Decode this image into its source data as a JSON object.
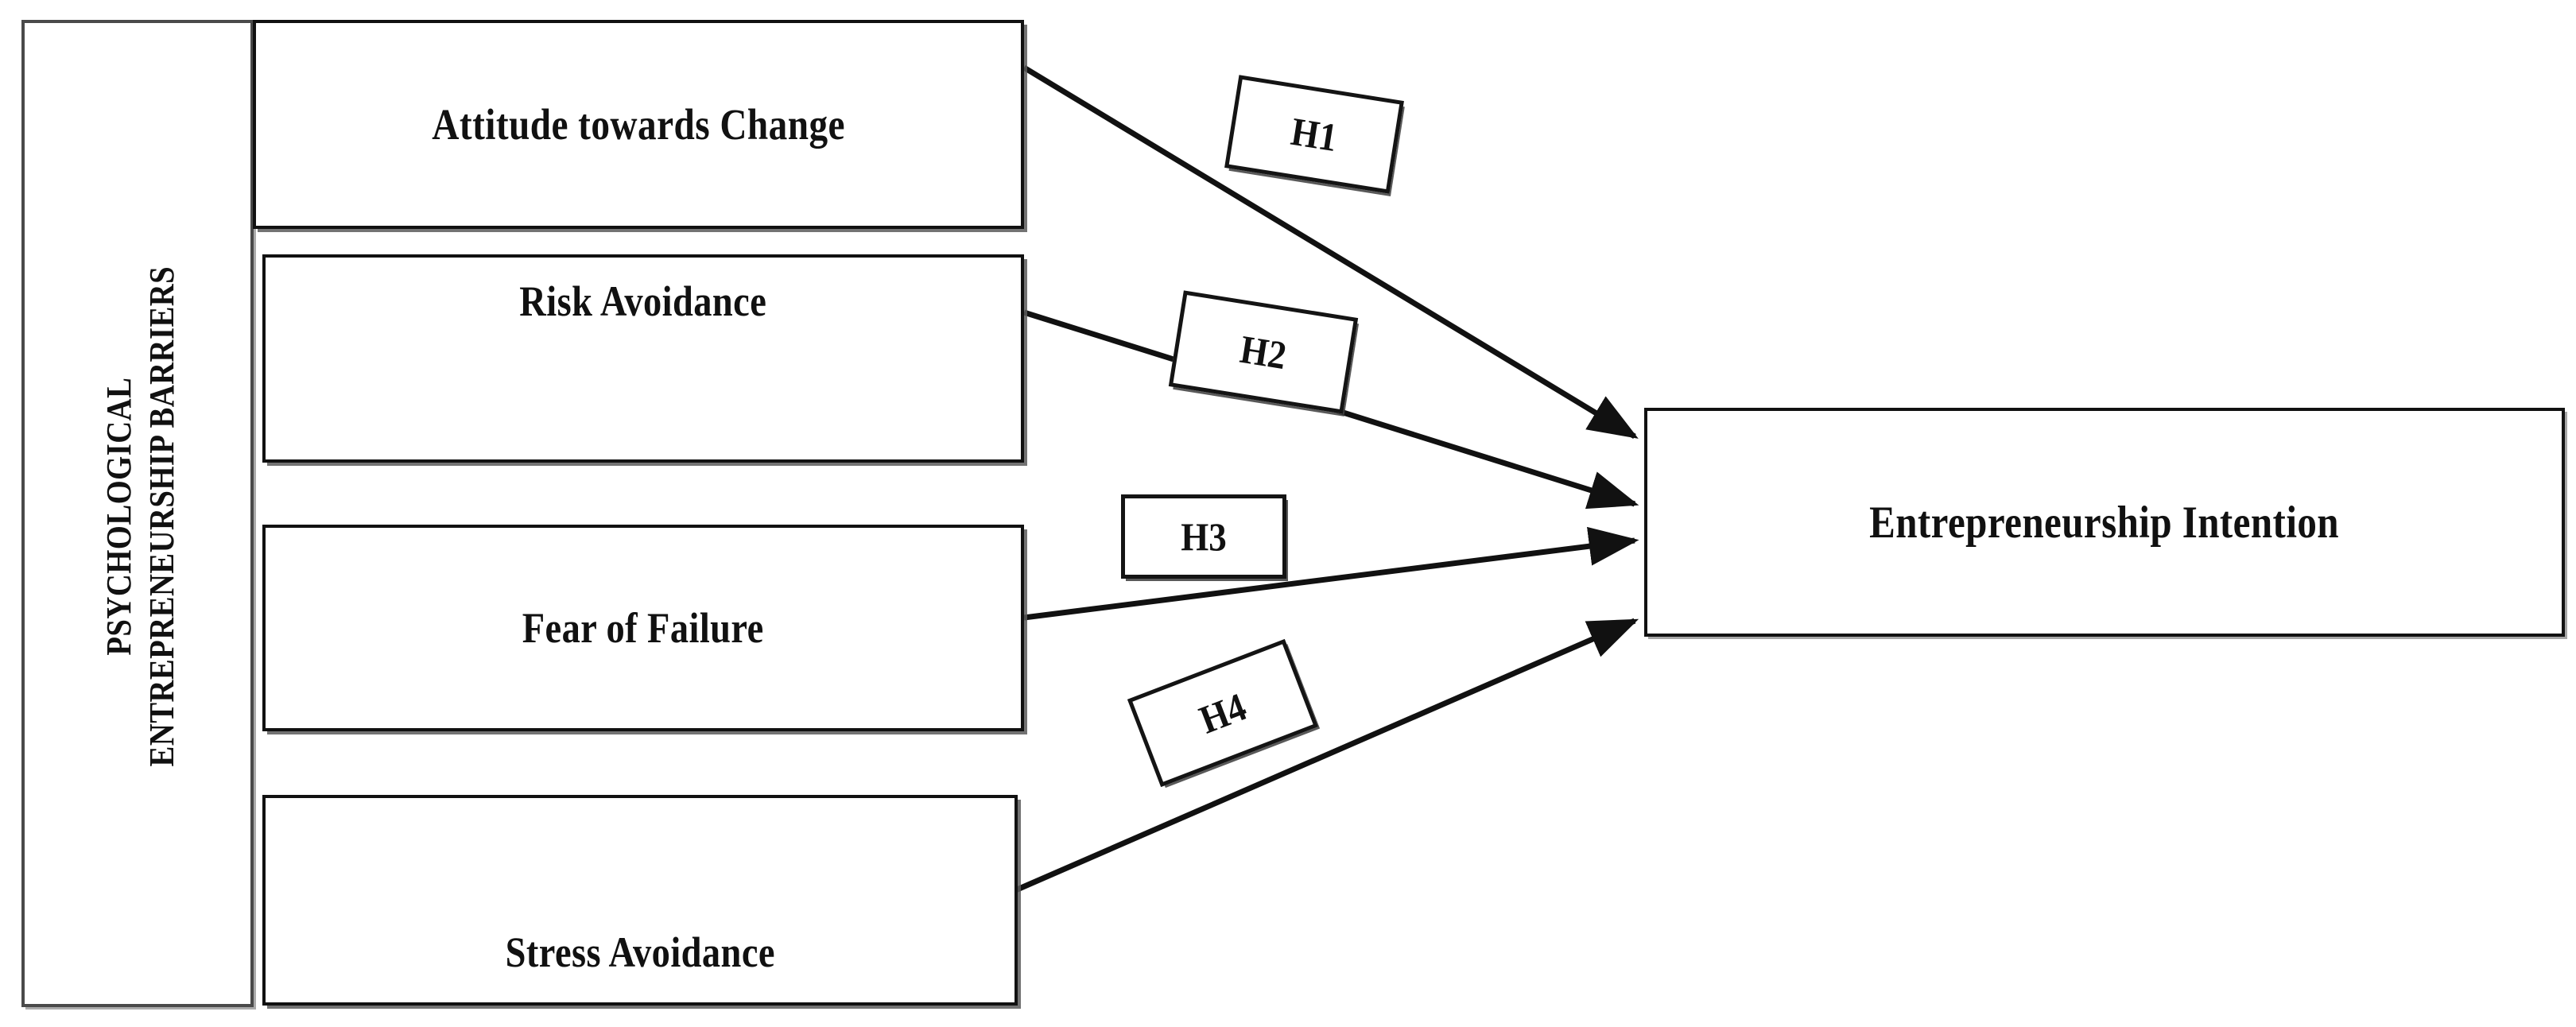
{
  "diagram": {
    "title_group": {
      "label_line1": "PSYCHOLOGICAL",
      "label_line2": "ENTREPRENEURSHIP BARRIERS"
    },
    "predictors": [
      {
        "id": "attitude",
        "label": "Attitude towards Change"
      },
      {
        "id": "risk",
        "label": "Risk Avoidance"
      },
      {
        "id": "fear",
        "label": "Fear of Failure"
      },
      {
        "id": "stress",
        "label": "Stress Avoidance"
      }
    ],
    "outcome": {
      "id": "entrepreneurship-intention",
      "label": "Entrepreneurship Intention"
    },
    "hypotheses": [
      {
        "id": "h1",
        "label": "H1",
        "from": "Attitude towards Change",
        "to": "Entrepreneurship Intention"
      },
      {
        "id": "h2",
        "label": "H2",
        "from": "Risk Avoidance",
        "to": "Entrepreneurship Intention"
      },
      {
        "id": "h3",
        "label": "H3",
        "from": "Fear of Failure",
        "to": "Entrepreneurship Intention"
      },
      {
        "id": "h4",
        "label": "H4",
        "from": "Stress Avoidance",
        "to": "Entrepreneurship Intention"
      }
    ],
    "colors": {
      "line": "#111111",
      "box_border": "#111111",
      "container_border": "#4a4a4a",
      "shadow": "#8c8c8c",
      "background": "#ffffff",
      "text": "#111111"
    }
  }
}
